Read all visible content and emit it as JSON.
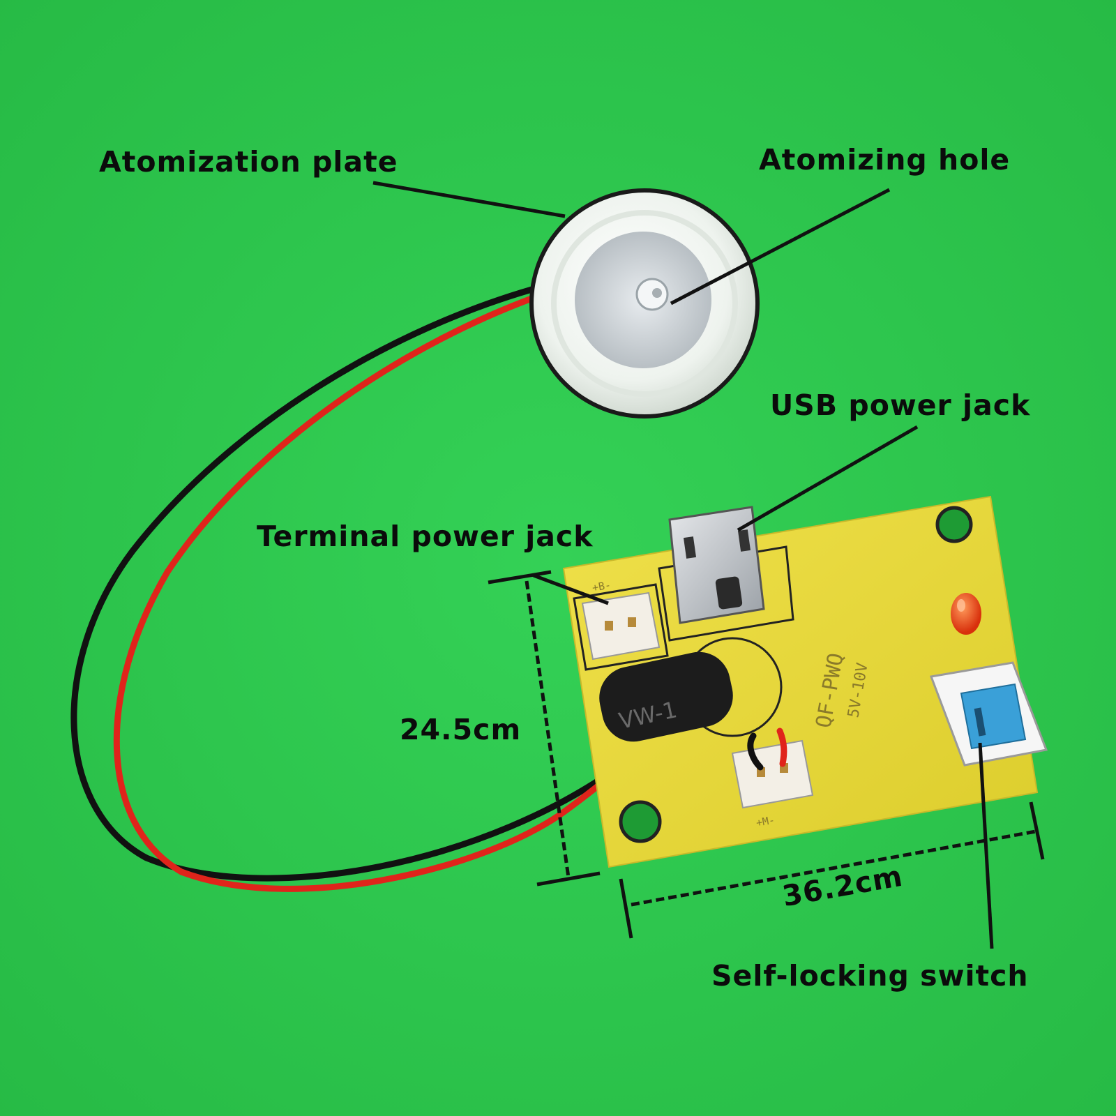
{
  "labels": {
    "atomization_plate": "Atomization plate",
    "atomizing_hole": "Atomizing hole",
    "usb_power_jack": "USB power jack",
    "terminal_power_jack": "Terminal power jack",
    "self_locking_switch": "Self-locking switch",
    "dimension_height": "24.5cm",
    "dimension_width": "36.2cm"
  },
  "board": {
    "model": "QF-PWQ",
    "voltage": "5V-10V",
    "coil_text": "VW-1",
    "terminal_top": "+B-",
    "terminal_bottom": "+M-"
  },
  "colors": {
    "background": "#2ec94e",
    "board": "#e8d93a",
    "wire_red": "#e0241b",
    "wire_black": "#111111",
    "switch_button": "#3aa0d8",
    "led": "#e3420f"
  }
}
